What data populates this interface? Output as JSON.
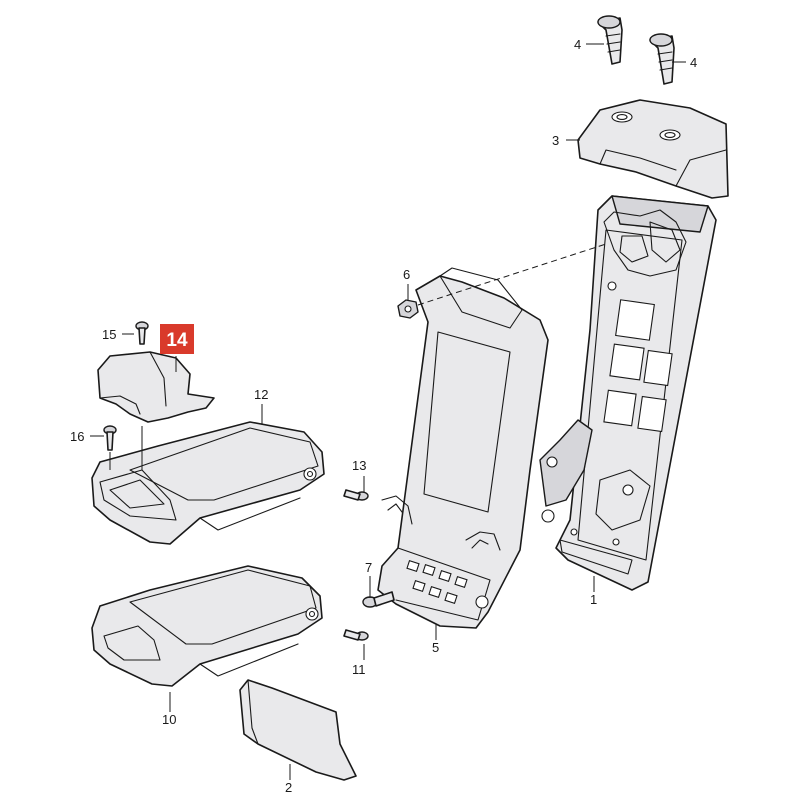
{
  "highlight": {
    "label": "14",
    "color": "#d93a2b"
  },
  "callouts": {
    "c1": "1",
    "c2": "2",
    "c3": "3",
    "c4a": "4",
    "c4b": "4",
    "c5": "5",
    "c6": "6",
    "c7": "7",
    "c10": "10",
    "c11": "11",
    "c12": "12",
    "c13": "13",
    "c15": "15",
    "c16": "16"
  },
  "colors": {
    "part_fill": "#e9e9eb",
    "line": "#1a1a1a",
    "background": "#ffffff"
  }
}
